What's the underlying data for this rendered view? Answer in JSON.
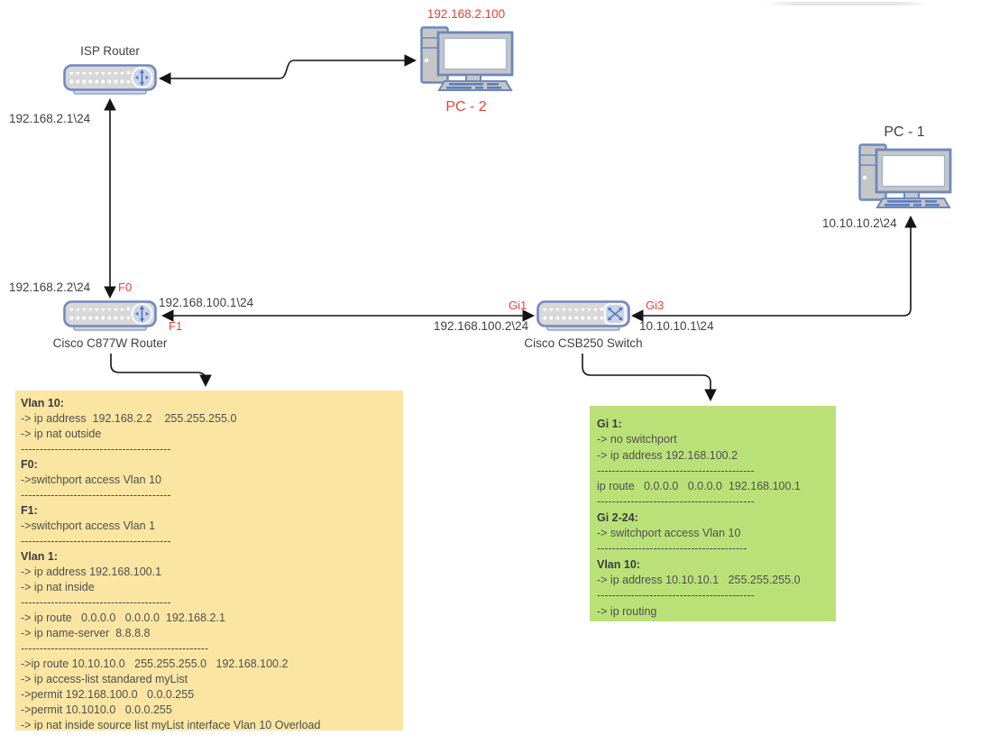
{
  "colors": {
    "red_label": "#e8403a",
    "dark_label": "#3f3f3f",
    "router_note_bg": "#fae6a2",
    "switch_note_bg": "#bae178",
    "device_border_blue": "#7288bf",
    "device_body_grey": "#d8d8d8",
    "connector_black": "#141414"
  },
  "devices": {
    "isp_router": {
      "label": "ISP Router",
      "ip": "192.168.2.1\\24"
    },
    "pc2": {
      "label": "PC - 2",
      "ip": "192.168.2.100"
    },
    "pc1": {
      "label": "PC - 1",
      "ip": "10.10.10.2\\24"
    },
    "c877w": {
      "label": "Cisco C877W Router",
      "ip_left": "192.168.2.2\\24",
      "port_top": "F0",
      "ip_right": "192.168.100.1\\24",
      "port_right": "F1"
    },
    "csb250": {
      "label": "Cisco CSB250 Switch",
      "port_left": "Gi1",
      "ip_left": "192.168.100.2\\24",
      "port_right": "Gi3",
      "ip_right": "10.10.10.1\\24"
    }
  },
  "notes": {
    "router": {
      "lines": [
        {
          "text": "Vlan 10:",
          "bold": true
        },
        {
          "text": "-> ip address  192.168.2.2    255.255.255.0"
        },
        {
          "text": "-> ip nat outside"
        },
        {
          "text": "----------------------------------------"
        },
        {
          "text": "F0:",
          "bold": true
        },
        {
          "text": "->switchport access Vlan 10"
        },
        {
          "text": "----------------------------------------"
        },
        {
          "text": "F1:",
          "bold": true
        },
        {
          "text": "->switchport access Vlan 1"
        },
        {
          "text": "----------------------------------------"
        },
        {
          "text": "Vlan 1:",
          "bold": true
        },
        {
          "text": "-> ip address 192.168.100.1"
        },
        {
          "text": "-> ip nat inside"
        },
        {
          "text": "----------------------------------------"
        },
        {
          "text": "-> ip route   0.0.0.0   0.0.0.0  192.168.2.1"
        },
        {
          "text": "-> ip name-server  8.8.8.8"
        },
        {
          "text": "--------------------------------------------------"
        },
        {
          "text": "->ip route 10.10.10.0   255.255.255.0   192.168.100.2"
        },
        {
          "text": "-> ip access-list standared myList"
        },
        {
          "text": "->permit 192.168.100.0   0.0.0.255"
        },
        {
          "text": "->permit 10.1010.0   0.0.0.255"
        },
        {
          "text": "-> ip nat inside source list myList interface Vlan 10 Overload"
        }
      ]
    },
    "switch": {
      "lines": [
        {
          "text": "Gi 1:",
          "bold": true
        },
        {
          "text": "-> no switchport"
        },
        {
          "text": "-> ip address 192.168.100.2"
        },
        {
          "text": "------------------------------------------"
        },
        {
          "text": "ip route   0.0.0.0   0.0.0.0  192.168.100.1"
        },
        {
          "text": "------------------------------------------"
        },
        {
          "text": "Gi 2-24:",
          "bold": true
        },
        {
          "text": "-> switchport access Vlan 10"
        },
        {
          "text": "----------------------------------------"
        },
        {
          "text": "Vlan 10:",
          "bold": true
        },
        {
          "text": "-> ip address 10.10.10.1   255.255.255.0"
        },
        {
          "text": "------------------------------------------"
        },
        {
          "text": "-> ip routing"
        }
      ]
    }
  }
}
